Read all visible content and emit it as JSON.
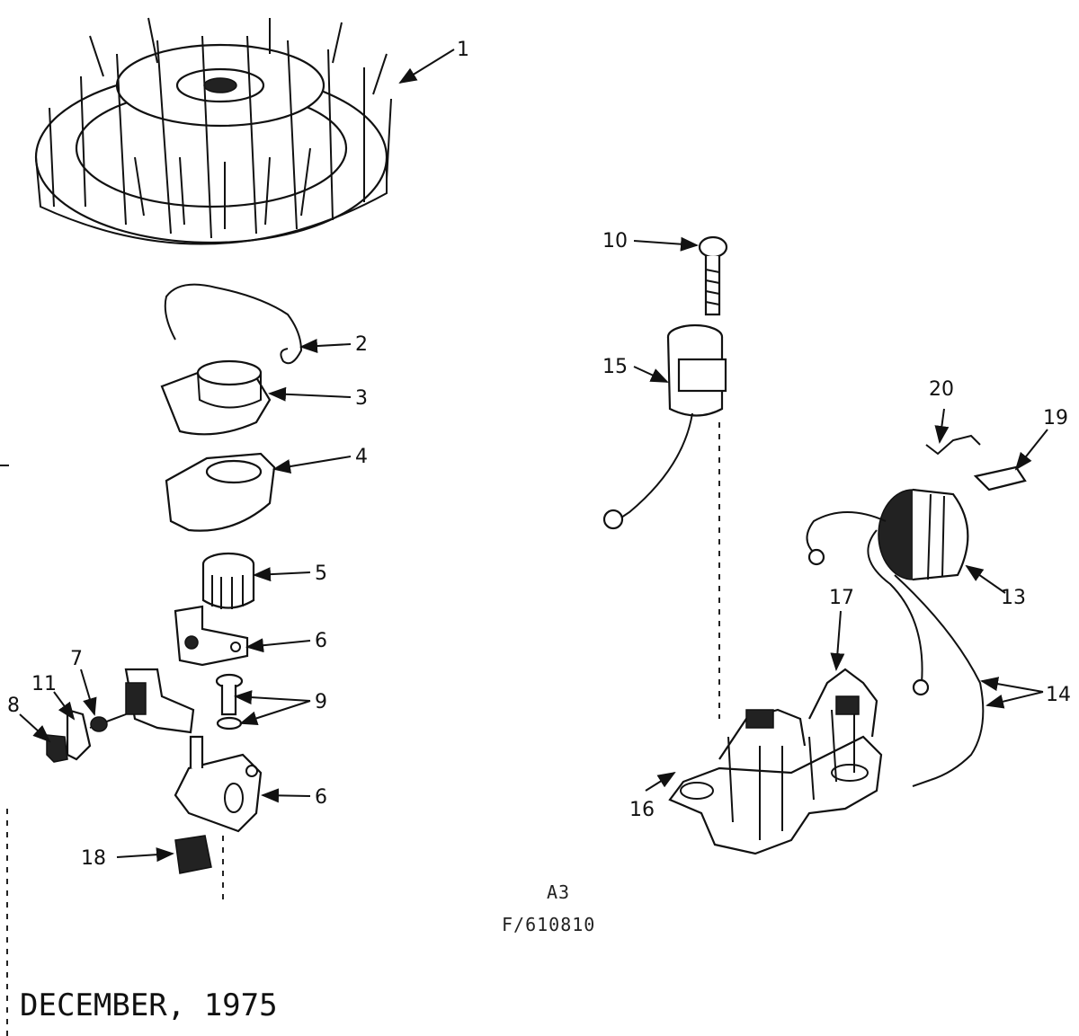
{
  "labels": {
    "p1": "1",
    "p2": "2",
    "p3": "3",
    "p4": "4",
    "p5": "5",
    "p6a": "6",
    "p6b": "6",
    "p7": "7",
    "p8": "8",
    "p9": "9",
    "p10": "10",
    "p11": "11",
    "p13": "13",
    "p14": "14",
    "p15": "15",
    "p16": "16",
    "p17": "17",
    "p18": "18",
    "p19": "19",
    "p20": "20"
  },
  "caption": {
    "line1": "A3",
    "line2": "F/610810"
  },
  "date": "DECEMBER, 1975"
}
